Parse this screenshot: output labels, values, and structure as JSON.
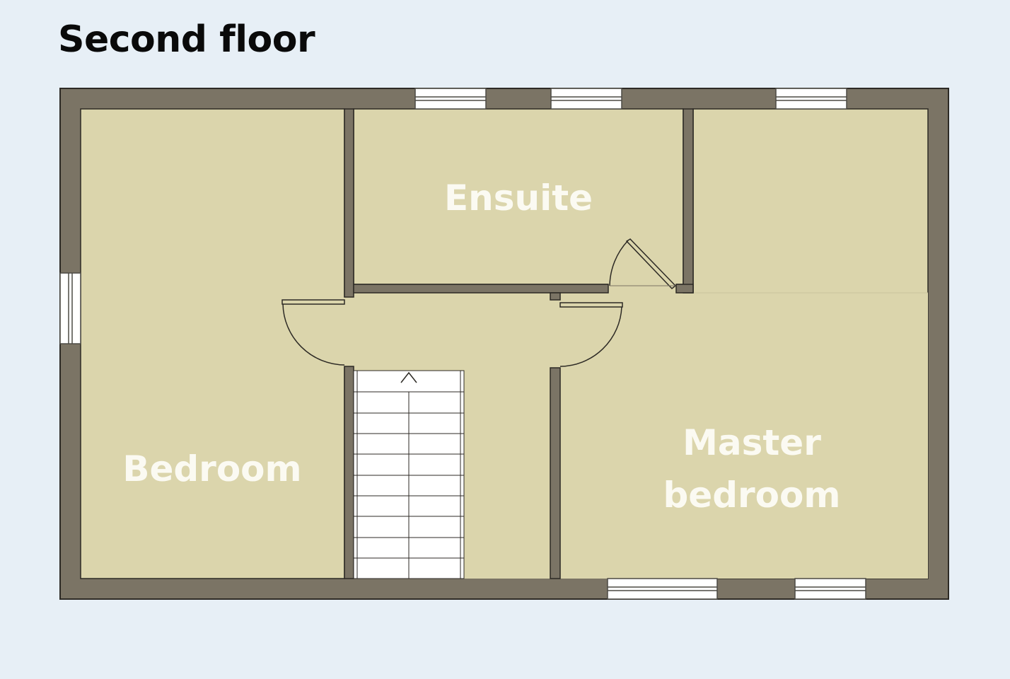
{
  "title": "Second floor",
  "rooms": {
    "bedroom": "Bedroom",
    "ensuite": "Ensuite",
    "master_line1": "Master",
    "master_line2": "bedroom"
  },
  "colors": {
    "background": "#e7eff6",
    "wall": "#7b7465",
    "floor": "#dbd5ac",
    "window": "#ffffff",
    "label": "#fbfaf2"
  }
}
